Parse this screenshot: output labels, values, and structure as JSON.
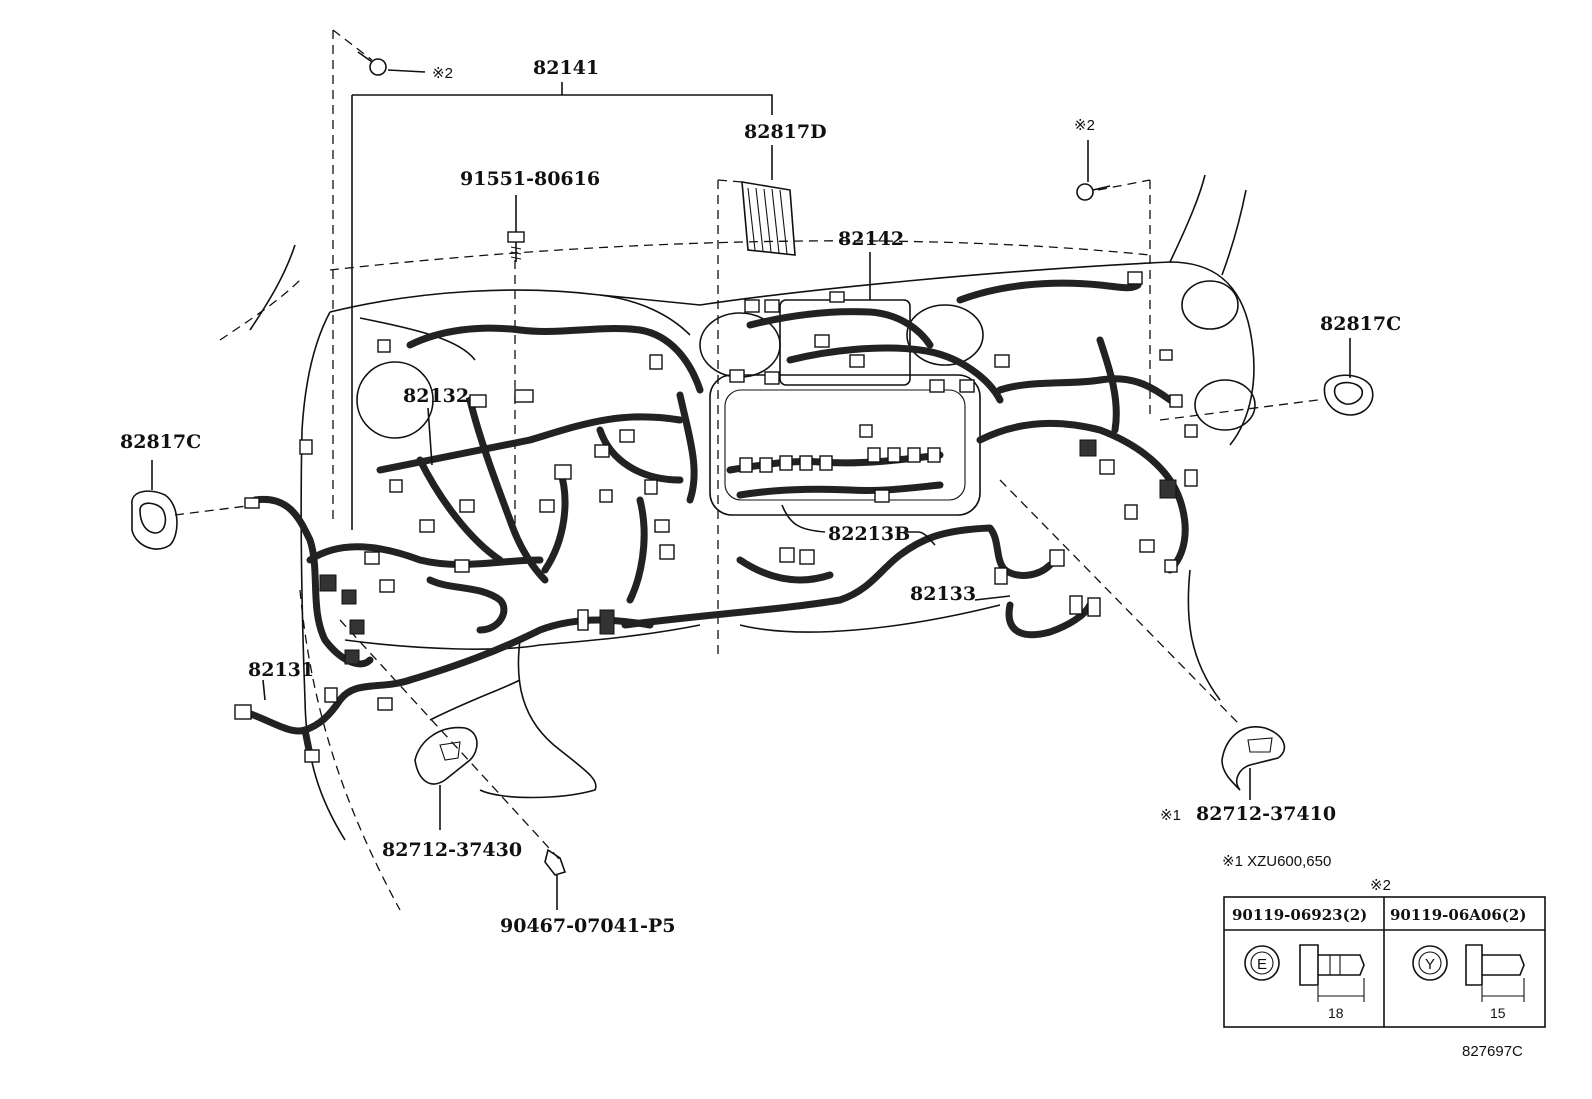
{
  "diagram": {
    "part_labels": {
      "p82141": "82141",
      "p82817D": "82817D",
      "p9155180616": "91551-80616",
      "p82142": "82142",
      "p82817C_right": "82817C",
      "p82817C_left": "82817C",
      "p82132": "82132",
      "p82213B": "82213B",
      "p82133": "82133",
      "p82131": "82131",
      "p8271237430": "82712-37430",
      "p9046707041P5": "90467-07041-P5",
      "p8271237410": "82712-37410"
    },
    "marks": {
      "bolt_top_left": "※2",
      "bolt_top_right": "※2",
      "bracket_right": "※1"
    },
    "notes": {
      "note1": "※1 XZU600,650",
      "table_mark": "※2"
    },
    "bolt_table": {
      "col1_part": "90119-06923(2)",
      "col2_part": "90119-06A06(2)",
      "col1_head": "E",
      "col2_head": "Y",
      "col1_length": "18",
      "col2_length": "15"
    },
    "figure_code": "827697C"
  }
}
